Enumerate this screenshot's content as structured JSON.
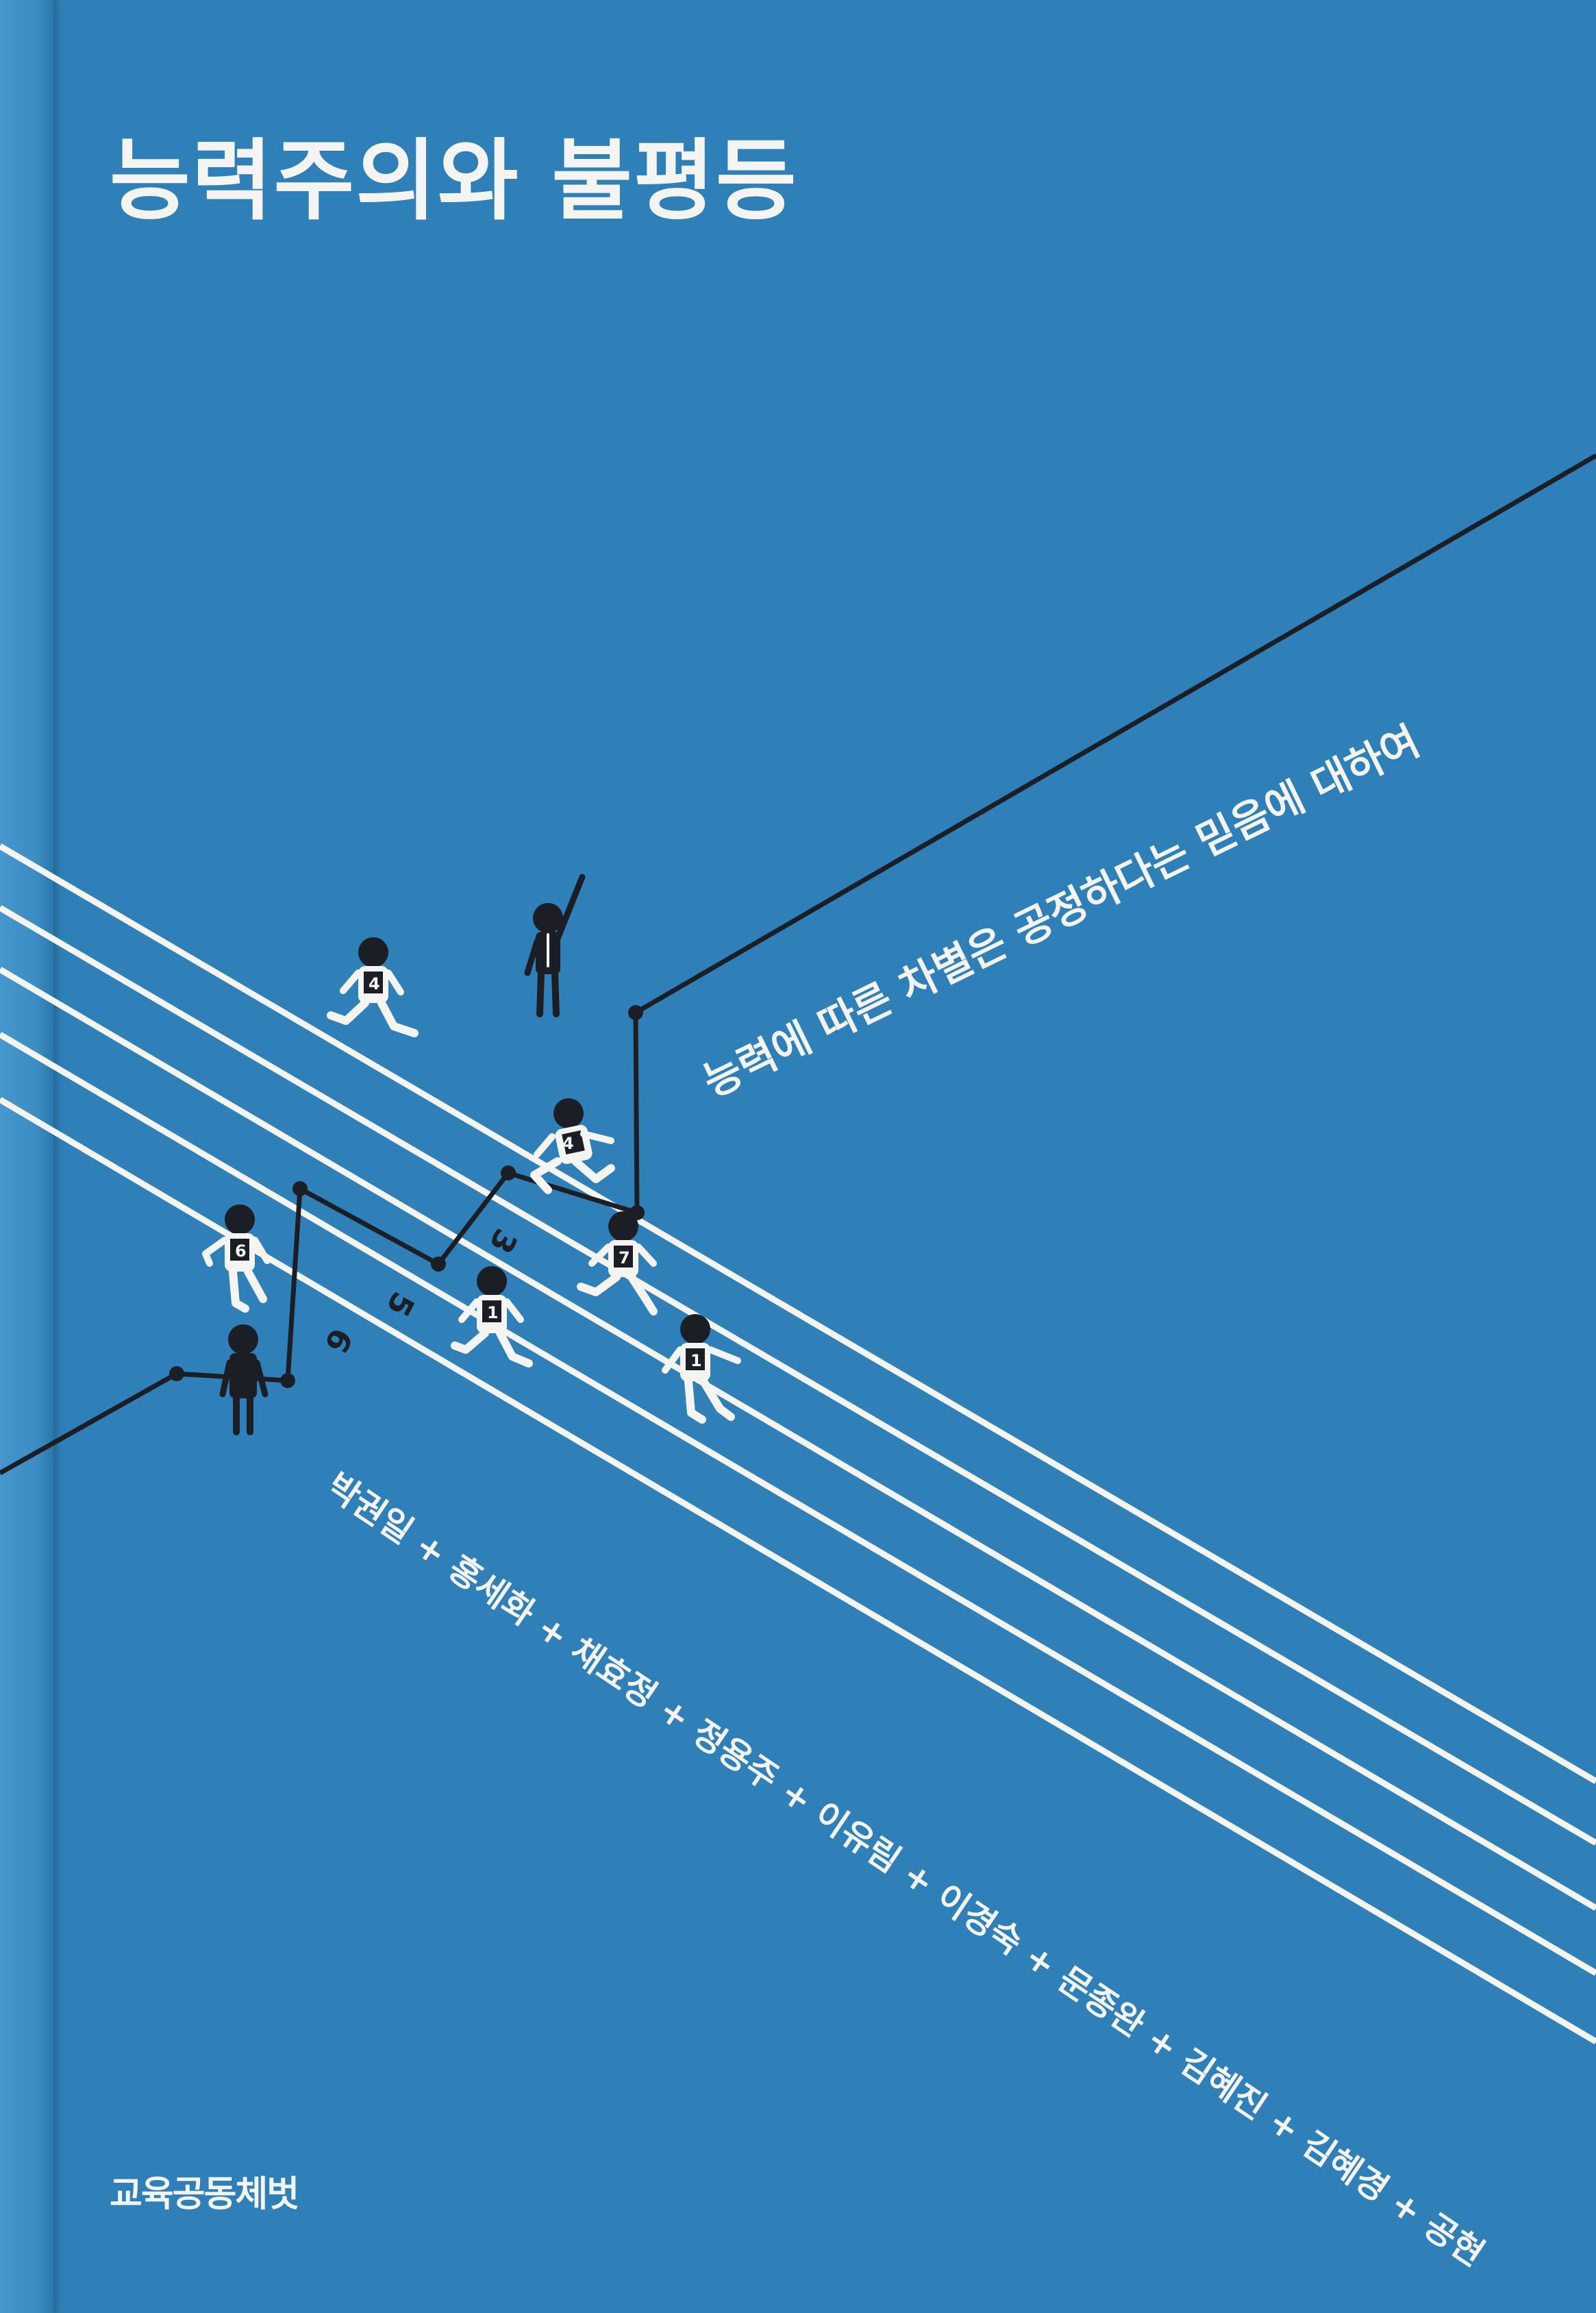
{
  "book": {
    "title": "능력주의와 불평등",
    "subtitle": "능력에 따른 차별은 공정하다는 믿음에 대하여",
    "authors": "박권일 + 홍세화 + 채효정 + 정용주 + 이유림 + 이경숙 + 문종완 + 김혜진 + 김혜경 + 공현",
    "publisher": "교육공동체벗"
  },
  "illustration": {
    "lane_numbers": [
      "3",
      "5",
      "6"
    ],
    "runner_bibs": [
      "4",
      "4",
      "6",
      "7",
      "1",
      "1"
    ],
    "colors": {
      "background": "#2f80b8",
      "ink": "#1b1e24",
      "text": "#f3f3f1"
    }
  }
}
